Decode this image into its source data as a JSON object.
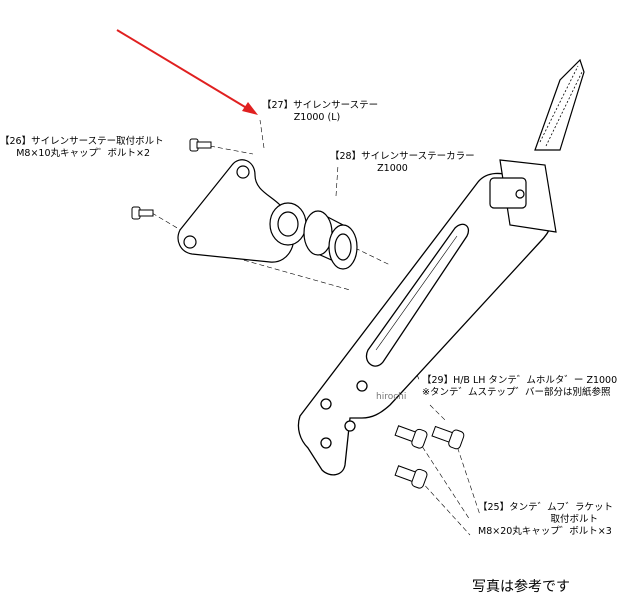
{
  "parts": [
    {
      "ref": "[27]",
      "name": "サイレンサーステー",
      "model": "Z1000 (L)"
    },
    {
      "ref": "[28]",
      "name": "サイレンサーステーカラー",
      "model": "Z1000"
    },
    {
      "ref": "[26]",
      "name": "サイレンサーステー取付ボルト",
      "spec": "M8×10丸キャップボルト×2"
    },
    {
      "ref": "[29]",
      "name": "H/B LH タンデムホルダー Z1000",
      "note": "※タンデムステップバー部分は別紙参照"
    },
    {
      "ref": "[25]",
      "name": "タンデムブラケット",
      "sub": "取付ボルト",
      "spec": "M8×20丸キャップボルト×3"
    }
  ],
  "labels": {
    "p27_line1": "【27】サイレンサーステー",
    "p27_line2": "Z1000 (L)",
    "p28_line1": "【28】サイレンサーステーカラー",
    "p28_line2": "Z1000",
    "p26_line1": "【26】サイレンサーステー取付ボルト",
    "p26_line2": "M8×10丸キャップ゛ボルト×2",
    "p29_line1": "【29】H/B LH タンテ゛ムホルタ゛ー Z1000",
    "p29_line2": "※タンテ゛ムステップ゛バー部分は別紙参照",
    "p25_line1": "【25】タンテ゛ムフ゛ラケット",
    "p25_line2": "取付ボルト",
    "p25_line3": "M8×20丸キャップ゛ボルト×3"
  },
  "watermark": "hirochi",
  "footer_note": "写真は参考です",
  "colors": {
    "arrow": "#e02020",
    "line": "#000000",
    "background": "#ffffff"
  }
}
